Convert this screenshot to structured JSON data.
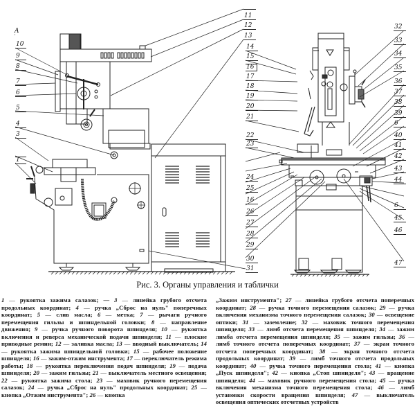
{
  "figure": {
    "view_label": "A",
    "left_view_callouts": [
      {
        "id": "c10",
        "label": "10"
      },
      {
        "id": "c9",
        "label": "9"
      },
      {
        "id": "c8",
        "label": "8"
      },
      {
        "id": "c7",
        "label": "7"
      },
      {
        "id": "c6",
        "label": "6"
      },
      {
        "id": "c5",
        "label": "5"
      },
      {
        "id": "c4",
        "label": "4"
      },
      {
        "id": "c3",
        "label": "3"
      },
      {
        "id": "c2",
        "label": ""
      },
      {
        "id": "c1",
        "label": "1"
      }
    ],
    "middle_callouts": [
      {
        "id": "m0",
        "label": ""
      },
      {
        "id": "m11",
        "label": "11"
      },
      {
        "id": "m12",
        "label": "12"
      },
      {
        "id": "m13",
        "label": "13"
      },
      {
        "id": "m14",
        "label": "14"
      },
      {
        "id": "m15",
        "label": "15"
      },
      {
        "id": "m16",
        "label": "16"
      },
      {
        "id": "m17",
        "label": "17"
      },
      {
        "id": "m18",
        "label": "18"
      },
      {
        "id": "m19",
        "label": "19"
      },
      {
        "id": "m20",
        "label": "20"
      },
      {
        "id": "m21",
        "label": "21"
      },
      {
        "id": "m22",
        "label": "22"
      },
      {
        "id": "m23",
        "label": "23"
      },
      {
        "id": "m24",
        "label": "24"
      },
      {
        "id": "m25",
        "label": "25"
      },
      {
        "id": "m16b",
        "label": "16"
      },
      {
        "id": "m26",
        "label": "26"
      },
      {
        "id": "m27",
        "label": "27"
      },
      {
        "id": "m28",
        "label": "28"
      },
      {
        "id": "m29",
        "label": "29"
      },
      {
        "id": "m30",
        "label": "30"
      },
      {
        "id": "m31",
        "label": "31"
      }
    ],
    "right_callouts": [
      {
        "id": "r32",
        "label": "32"
      },
      {
        "id": "r33",
        "label": "33"
      },
      {
        "id": "r34",
        "label": "34"
      },
      {
        "id": "r35",
        "label": "35"
      },
      {
        "id": "r36",
        "label": "36"
      },
      {
        "id": "r37",
        "label": "37"
      },
      {
        "id": "r38",
        "label": "38"
      },
      {
        "id": "r39",
        "label": "39"
      },
      {
        "id": "r6a",
        "label": "6"
      },
      {
        "id": "r40",
        "label": "40"
      },
      {
        "id": "r41",
        "label": "41"
      },
      {
        "id": "r42",
        "label": "42"
      },
      {
        "id": "r43",
        "label": "43"
      },
      {
        "id": "r44",
        "label": "44"
      },
      {
        "id": "r6b",
        "label": "6"
      },
      {
        "id": "r45",
        "label": "45"
      },
      {
        "id": "r46",
        "label": "46"
      },
      {
        "id": "r47",
        "label": "47"
      }
    ]
  },
  "caption": "Рис. 3. Органы управления и таблички",
  "legend_left": [
    {
      "num": "1",
      "text": "рукоятка зажима салазок;"
    },
    {
      "num": "",
      "text": "— "
    },
    {
      "num": "3",
      "text": "линейка грубого отсчета продольных координат;"
    },
    {
      "num": "4",
      "text": "ручка „Сброс на нуль\" поперечных координат;"
    },
    {
      "num": "5",
      "text": "слив масла;"
    },
    {
      "num": "6",
      "text": "метка;"
    },
    {
      "num": "7",
      "text": "рычаги ручного перемещения гильзы и шпиндельной головки;"
    },
    {
      "num": "8",
      "text": "направление движения;"
    },
    {
      "num": "9",
      "text": "ручка ручного поворота шпинделя;"
    },
    {
      "num": "10",
      "text": "рукоятка включения и реверса механической подачи шпинделя;"
    },
    {
      "num": "11",
      "text": "плоские приводные ремни;"
    },
    {
      "num": "12",
      "text": "заливка масла;"
    },
    {
      "num": "13",
      "text": "вводный выключатель;"
    },
    {
      "num": "14",
      "text": "рукоятка зажима шпиндельной головки;"
    },
    {
      "num": "15",
      "text": "рабочее положение шпинделя;"
    },
    {
      "num": "16",
      "text": "зажим-отжим инструмента;"
    },
    {
      "num": "17",
      "text": "переключатель режима работы;"
    },
    {
      "num": "18",
      "text": "рукоятка переключения подач шпинделя;"
    },
    {
      "num": "19",
      "text": "подача шпинделя;"
    },
    {
      "num": "20",
      "text": "зажим гильзы;"
    },
    {
      "num": "21",
      "text": "выключатель местного освещения;"
    },
    {
      "num": "22",
      "text": "рукоятка зажима стола;"
    },
    {
      "num": "23",
      "text": "маховик ручного перемещения салазок;"
    },
    {
      "num": "24",
      "text": "ручка „Сброс на нуль\" продольных координат;"
    },
    {
      "num": "25",
      "text": "кнопка „Отжим инструмента\";"
    },
    {
      "num": "26",
      "text": "кнопка"
    }
  ],
  "legend_right": [
    {
      "num": "",
      "text": "„Зажим инструмента\";"
    },
    {
      "num": "27",
      "text": "линейка грубого отсчета поперечных координат;"
    },
    {
      "num": "28",
      "text": "ручка точного перемещения салазок;"
    },
    {
      "num": "29",
      "text": "ручка включения механизма точного перемещения салазок;"
    },
    {
      "num": "30",
      "text": "освещение оптики;"
    },
    {
      "num": "31",
      "text": "заземление;"
    },
    {
      "num": "32",
      "text": "маховик точного перемещения шпинделя;"
    },
    {
      "num": "33",
      "text": "лимб отсчета перемещения шпинделя;"
    },
    {
      "num": "34",
      "text": "зажим лимба отсчета перемещения шпинделя;"
    },
    {
      "num": "35",
      "text": "зажим гильзы;"
    },
    {
      "num": "36",
      "text": "лимб точного отсчета поперечных координат;"
    },
    {
      "num": "37",
      "text": "экран точного отсчета поперечных координат;"
    },
    {
      "num": "38",
      "text": "экран точного отсчета продольных координат;"
    },
    {
      "num": "39",
      "text": "лимб точного отсчета продольных координат;"
    },
    {
      "num": "40",
      "text": "ручка точного перемещения стола;"
    },
    {
      "num": "41",
      "text": "кнопка „Пуск шпинделя\";"
    },
    {
      "num": "42",
      "text": "кнопка „Стоп шпинделя\";"
    },
    {
      "num": "43",
      "text": "вращение шпинделя;"
    },
    {
      "num": "44",
      "text": "маховик ручного перемещения стола;"
    },
    {
      "num": "45",
      "text": "ручка включения механизма точного перемещения стола;"
    },
    {
      "num": "46",
      "text": "лимб установки скорости вращения шпинделя;"
    },
    {
      "num": "47",
      "text": "выключатель освещения оптических отсчетных устройств"
    }
  ]
}
